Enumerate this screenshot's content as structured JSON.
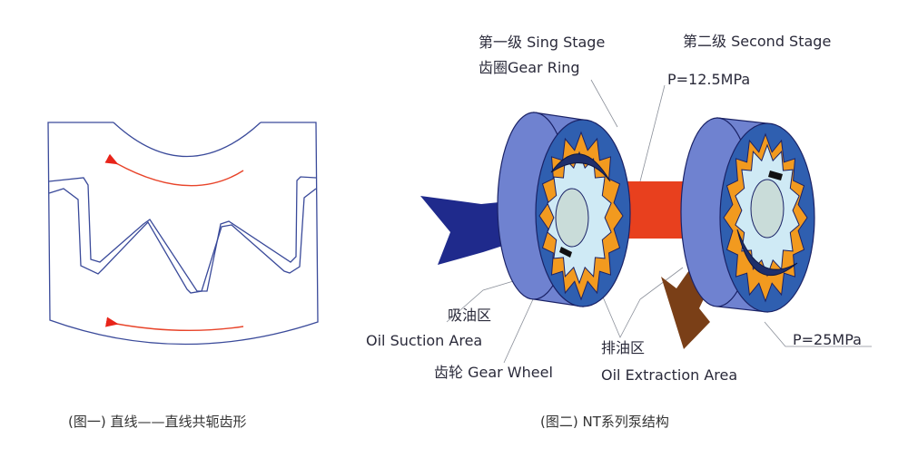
{
  "figure1": {
    "caption": "(图一) 直线——直线共轭齿形"
  },
  "figure2": {
    "caption": "(图二) NT系列泵结构",
    "labels": {
      "first_stage": "第一级  Sing Stage",
      "gear_ring": "齿圈Gear Ring",
      "second_stage": "第二级  Second Stage",
      "pressure_mid": "P=12.5MPa",
      "suction_cn": "吸油区",
      "suction_en": "Oil Suction Area",
      "gear_wheel": "齿轮 Gear Wheel",
      "extraction_cn": "排油区",
      "extraction_en": "Oil Extraction Area",
      "pressure_out": "P=25MPa"
    }
  },
  "colors": {
    "outline": "#3a4a9a",
    "flow_arrow": "#e8442a",
    "disc_rim": "#6f82d0",
    "disc_face": "#2f5fb0",
    "ring_teeth": "#f29a1f",
    "gear_body": "#cfeaf5",
    "crescent": "#1e2f6b",
    "inlet": "#1f2a8c",
    "transfer": "#e8401e",
    "outlet": "#7a3f17"
  }
}
